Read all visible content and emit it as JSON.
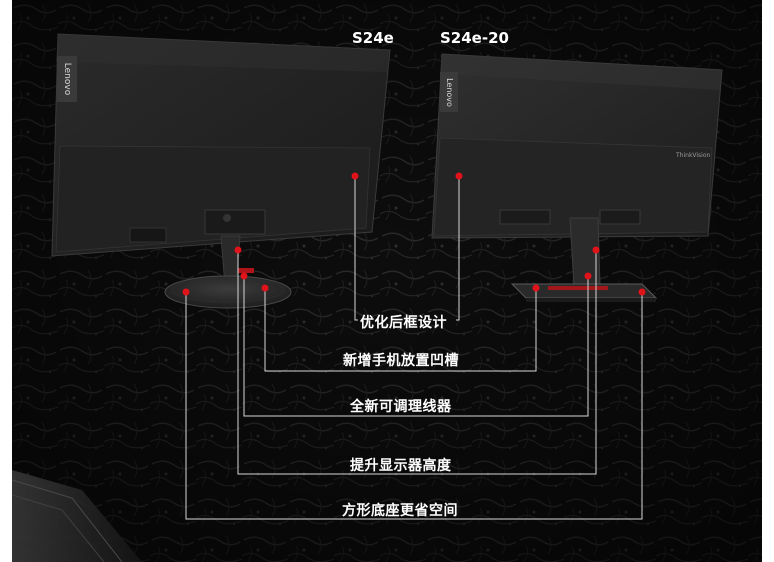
{
  "models": {
    "left": "S24e",
    "right": "S24e-20"
  },
  "brand": {
    "left_logo": "Lenovo",
    "right_logo": "Lenovo",
    "right_badge": "ThinkVision"
  },
  "features": [
    "优化后框设计",
    "新增手机放置凹槽",
    "全新可调理线器",
    "提升显示器高度",
    "方形底座更省空间"
  ],
  "colors": {
    "background": "#0c0c0c",
    "leader_line": "#d6d6d6",
    "marker": "#e0121a",
    "text": "#ffffff"
  }
}
